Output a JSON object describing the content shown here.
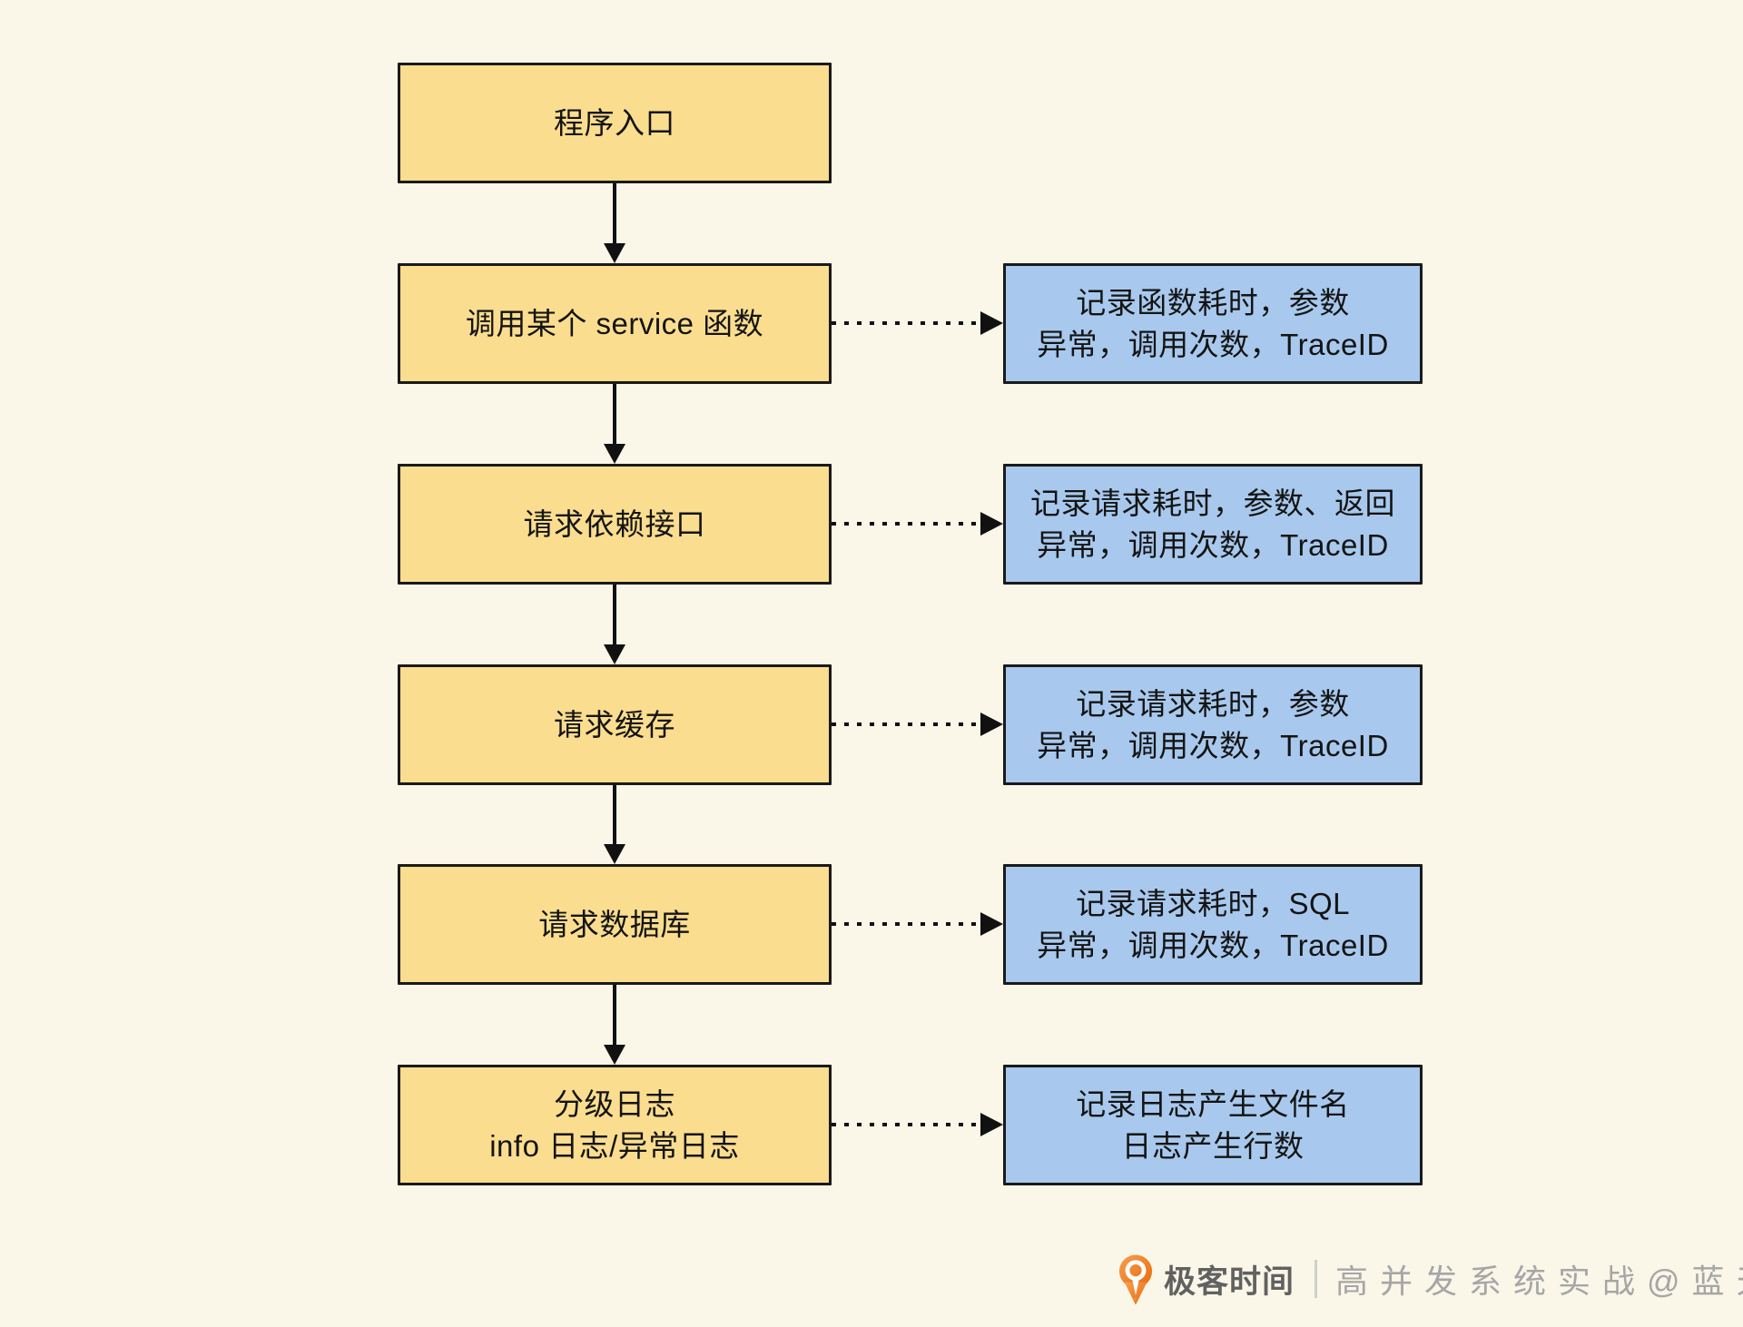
{
  "colors": {
    "background": "#FAF6E8",
    "flow_box_fill": "#FADD8F",
    "note_box_fill": "#A8C9ED",
    "box_border": "#1A1A1A",
    "arrow": "#111111",
    "footer_brand_text": "#616161",
    "footer_course_text": "#A6A6A6",
    "logo_orange": "#ED7012"
  },
  "flow": {
    "steps": [
      {
        "lines": [
          "程序入口"
        ]
      },
      {
        "lines": [
          "调用某个 service 函数"
        ]
      },
      {
        "lines": [
          "请求依赖接口"
        ]
      },
      {
        "lines": [
          "请求缓存"
        ]
      },
      {
        "lines": [
          "请求数据库"
        ]
      },
      {
        "lines": [
          "分级日志",
          "info 日志/异常日志"
        ]
      }
    ]
  },
  "notes": [
    {
      "lines": [
        "记录函数耗时，参数",
        "异常，调用次数，TraceID"
      ]
    },
    {
      "lines": [
        "记录请求耗时，参数、返回",
        "异常，调用次数，TraceID"
      ]
    },
    {
      "lines": [
        "记录请求耗时，参数",
        "异常，调用次数，TraceID"
      ]
    },
    {
      "lines": [
        "记录请求耗时，SQL",
        "异常，调用次数，TraceID"
      ]
    },
    {
      "lines": [
        "记录日志产生文件名",
        "日志产生行数"
      ]
    }
  ],
  "footer": {
    "logo_icon": "geektime-pin-icon",
    "brand": "极客时间",
    "course": "高并发系统实战@蓝天"
  }
}
